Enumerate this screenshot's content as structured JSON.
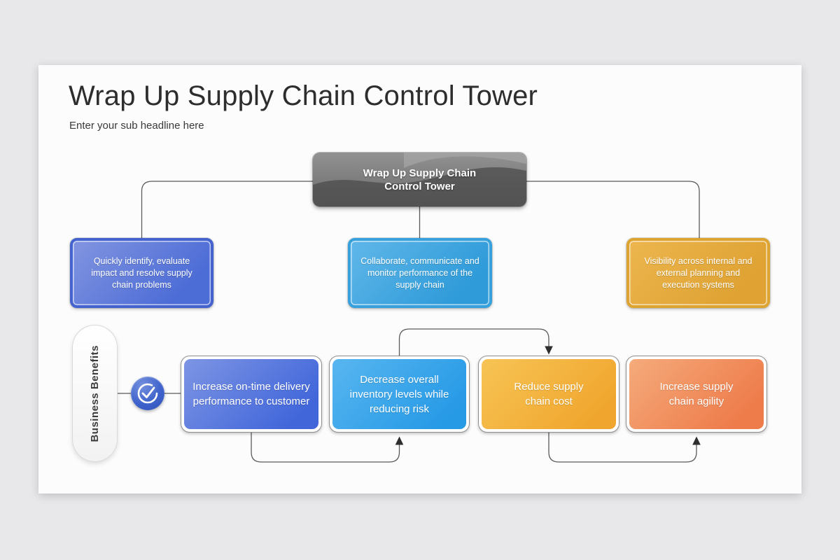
{
  "header": {
    "title": "Wrap Up Supply Chain Control Tower",
    "subtitle": "Enter your sub headline here"
  },
  "diagram": {
    "root": {
      "label": "Wrap Up Supply Chain Control Tower",
      "color": "#6e6e6e"
    },
    "capabilities": [
      {
        "label": "Quickly identify, evaluate impact and resolve supply chain problems",
        "colors": {
          "c1": "#8295e0",
          "c2": "#4c6cd6",
          "cb": "#4463ce"
        }
      },
      {
        "label": "Collaborate, communicate and monitor performance of the supply chain",
        "colors": {
          "c1": "#60b7e9",
          "c2": "#2f9bd9",
          "cb": "#36a1dc"
        }
      },
      {
        "label": "Visibility across internal and external planning and execution systems",
        "colors": {
          "c1": "#ecb64e",
          "c2": "#dfa233",
          "cb": "#dda42f"
        }
      }
    ],
    "benefits_group": {
      "label": "Business Benefits",
      "icon": "check-circle-icon",
      "icon_color": "#3a5ec8"
    },
    "benefits": [
      {
        "label": "Increase on-time delivery performance to customer",
        "colors": {
          "c1": "#7d95e4",
          "c2": "#4166da"
        }
      },
      {
        "label": "Decrease overall inventory levels while reducing risk",
        "colors": {
          "c1": "#58b6f0",
          "c2": "#279ae6"
        }
      },
      {
        "label": "Reduce supply chain cost",
        "colors": {
          "c1": "#f7c455",
          "c2": "#f0a62e"
        }
      },
      {
        "label": "Increase supply chain agility",
        "colors": {
          "c1": "#f5ab7b",
          "c2": "#ee7b4a"
        }
      }
    ]
  }
}
